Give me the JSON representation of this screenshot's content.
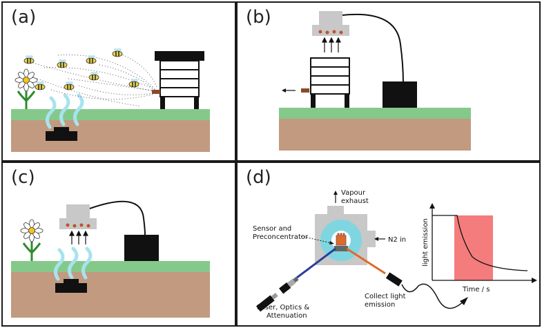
{
  "panels": {
    "a": {
      "label": "(a)"
    },
    "b": {
      "label": "(b)"
    },
    "c": {
      "label": "(c)"
    },
    "d": {
      "label": "(d)",
      "vapour_line1": "Vapour",
      "vapour_line2": "exhaust",
      "sensor_line1": "Sensor and",
      "sensor_line2": "Preconcentrator",
      "n2_text": "N2 in",
      "laser_line1": "Laser, Optics &",
      "laser_line2": "Attenuation",
      "collect_line1": "Collect light",
      "collect_line2": "emission",
      "inset_ylabel": "light emission",
      "inset_xlabel": "Time / s"
    }
  },
  "colors": {
    "grass": "#85c98a",
    "soil": "#c29a80",
    "hive": "#111111",
    "vapour": "#a7e3ee",
    "sensor_head": "#c8c8c8",
    "sensor_dots": "#c0522a",
    "laser_beam": "#2c3e9a",
    "emission_beam": "#e0692a",
    "chamber_ring": "#7fd6e0",
    "highlight": "#f47c7c",
    "flower_stem": "#2e8b2e",
    "flower_center": "#f5c518"
  }
}
